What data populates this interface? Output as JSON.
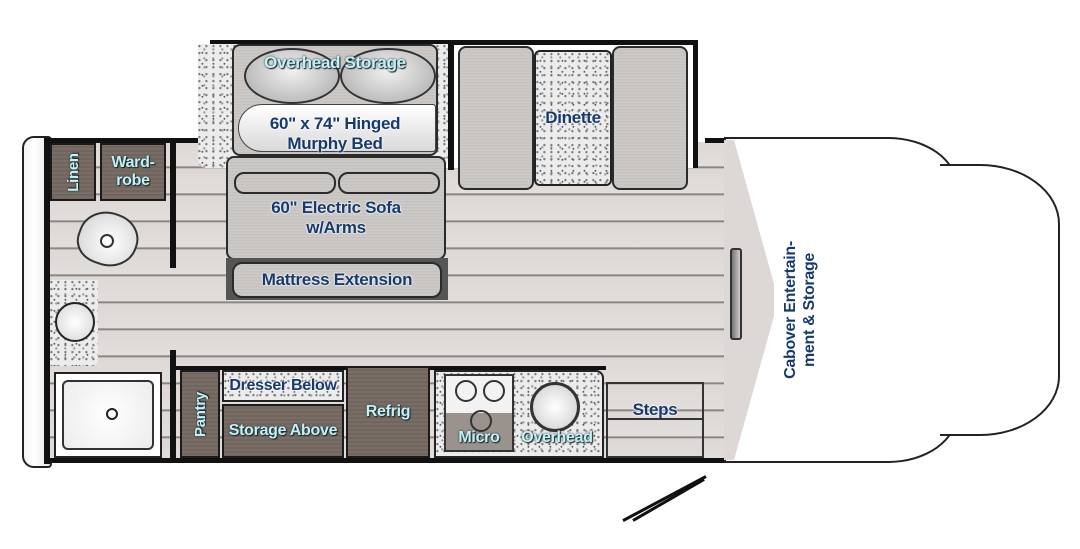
{
  "floorplan": {
    "labels": {
      "overhead_storage": "Overhead Storage",
      "murphy_bed_line1": "60\" x 74\" Hinged",
      "murphy_bed_line2": "Murphy Bed",
      "dinette": "Dinette",
      "linen": "Linen",
      "wardrobe_line1": "Ward-",
      "wardrobe_line2": "robe",
      "sofa_line1": "60\" Electric Sofa",
      "sofa_line2": "w/Arms",
      "mattress_extension": "Mattress Extension",
      "pantry": "Pantry",
      "dresser_below": "Dresser Below",
      "storage_above": "Storage Above",
      "refrig": "Refrig",
      "micro": "Micro",
      "overhead": "Overhead",
      "steps": "Steps",
      "cabover_line1": "Cabover Entertain-",
      "cabover_line2": "ment & Storage"
    },
    "colors": {
      "dark_label": "#173a6e",
      "light_label": "#bff3f7",
      "floor": "#ddd8d5",
      "cabinet_wood": "#776b63",
      "upholstery": "#c9c6c3",
      "wall": "#111111"
    }
  }
}
